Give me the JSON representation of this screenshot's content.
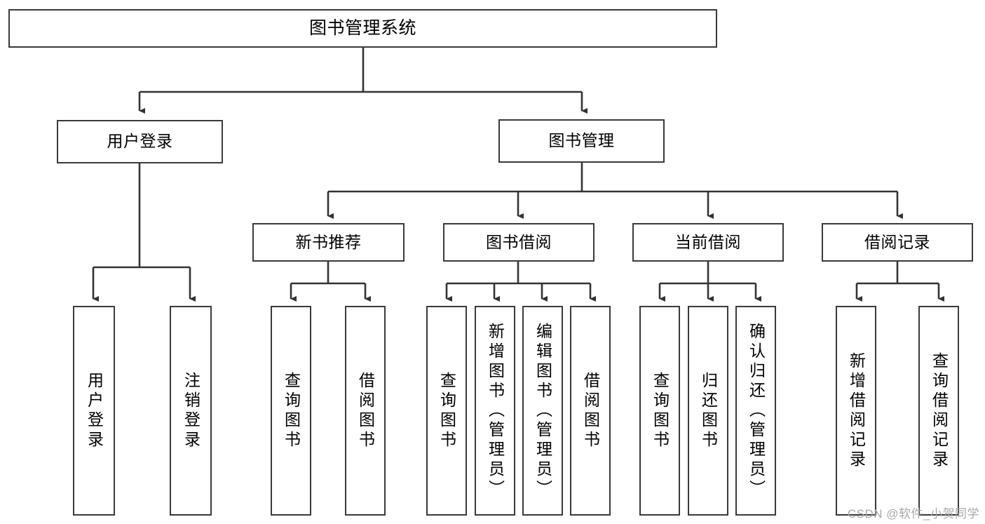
{
  "diagram": {
    "type": "tree-hierarchy",
    "title": "图书管理系统",
    "orientation": "top-down",
    "watermark": "CSDN @软件_小贺同学",
    "colors": {
      "background": "#ffffff",
      "box_fill": "#ffffff",
      "box_stroke": "#3a3a3a",
      "connector": "#333333",
      "text": "#000000",
      "watermark": "#a8a8a8"
    },
    "levels": {
      "root": {
        "label": "图书管理系统"
      },
      "level2": [
        {
          "label": "用户登录"
        },
        {
          "label": "图书管理"
        }
      ],
      "level3": [
        {
          "label": "新书推荐"
        },
        {
          "label": "图书借阅"
        },
        {
          "label": "当前借阅"
        },
        {
          "label": "借阅记录"
        }
      ]
    },
    "nodes": {
      "root": "图书管理系统",
      "user_login": "用户登录",
      "book_manage": "图书管理",
      "new_book_rec": "新书推荐",
      "book_borrow": "图书借阅",
      "current_borrow": "当前借阅",
      "borrow_record": "借阅记录",
      "leaf_user_login": "用户登录",
      "leaf_user_logout": "注销登录",
      "leaf_query_book_1": "查询图书",
      "leaf_borrow_book_1": "借阅图书",
      "leaf_query_book_2": "查询图书",
      "leaf_add_book": "新增图书（管理员）",
      "leaf_edit_book": "编辑图书（管理员）",
      "leaf_borrow_book_2": "借阅图书",
      "leaf_query_book_3": "查询图书",
      "leaf_return_book": "归还图书",
      "leaf_confirm_return": "确认归还（管理员）",
      "leaf_add_record": "新增借阅记录",
      "leaf_query_record": "查询借阅记录"
    }
  }
}
